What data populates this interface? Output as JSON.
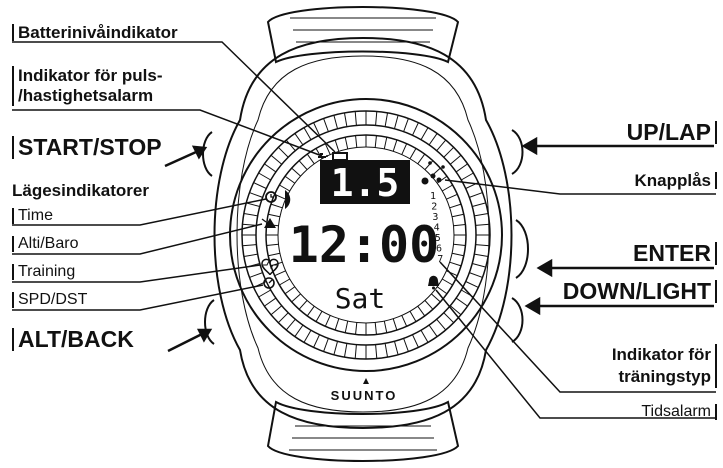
{
  "labels": {
    "battery": "Batterinivåindikator",
    "pulse_alarm": "Indikator för puls-\n/hastighetsalarm",
    "pulse_alarm_line1": "Indikator för puls-",
    "pulse_alarm_line2": "/hastighetsalarm",
    "start_stop": "START/STOP",
    "mode_indicators": "Lägesindikatorer",
    "modes": [
      "Time",
      "Alti/Baro",
      "Training",
      "SPD/DST"
    ],
    "alt_back": "ALT/BACK",
    "up_lap": "UP/LAP",
    "button_lock": "Knapplås",
    "enter": "ENTER",
    "down_light": "DOWN/LIGHT",
    "training_type_line1": "Indikator för",
    "training_type_line2": "träningstyp",
    "time_alarm": "Tidsalarm"
  },
  "display": {
    "top_value": "1.5",
    "time": "12:00",
    "day": "Sat",
    "training_numbers": [
      "1",
      "2",
      "3",
      "4",
      "5",
      "6",
      "7"
    ]
  },
  "brand": "SUUNTO",
  "colors": {
    "ink": "#111111",
    "background": "#ffffff",
    "lcd_highlight": "#111111"
  }
}
